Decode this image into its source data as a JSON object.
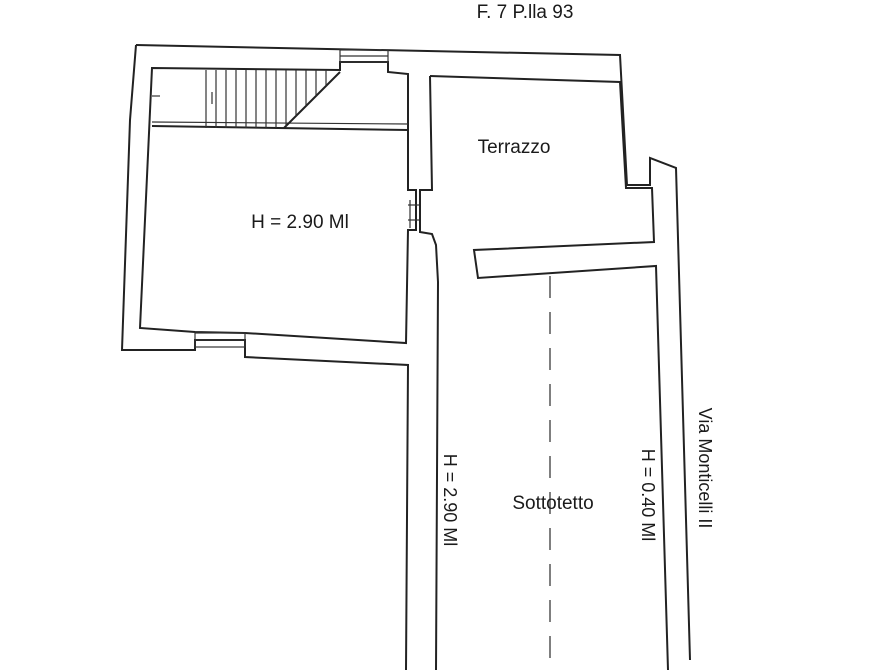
{
  "header": {
    "parcel_reference": "F. 7 P.lla 93"
  },
  "rooms": {
    "upper_room_height": "H = 2.90 Ml",
    "terrace": "Terrazzo",
    "attic_name": "Sottotetto",
    "attic_left_height": "H = 2.90 Ml",
    "attic_right_height": "H = 0.40 Ml"
  },
  "street": {
    "name": "Via Monticelli II"
  }
}
